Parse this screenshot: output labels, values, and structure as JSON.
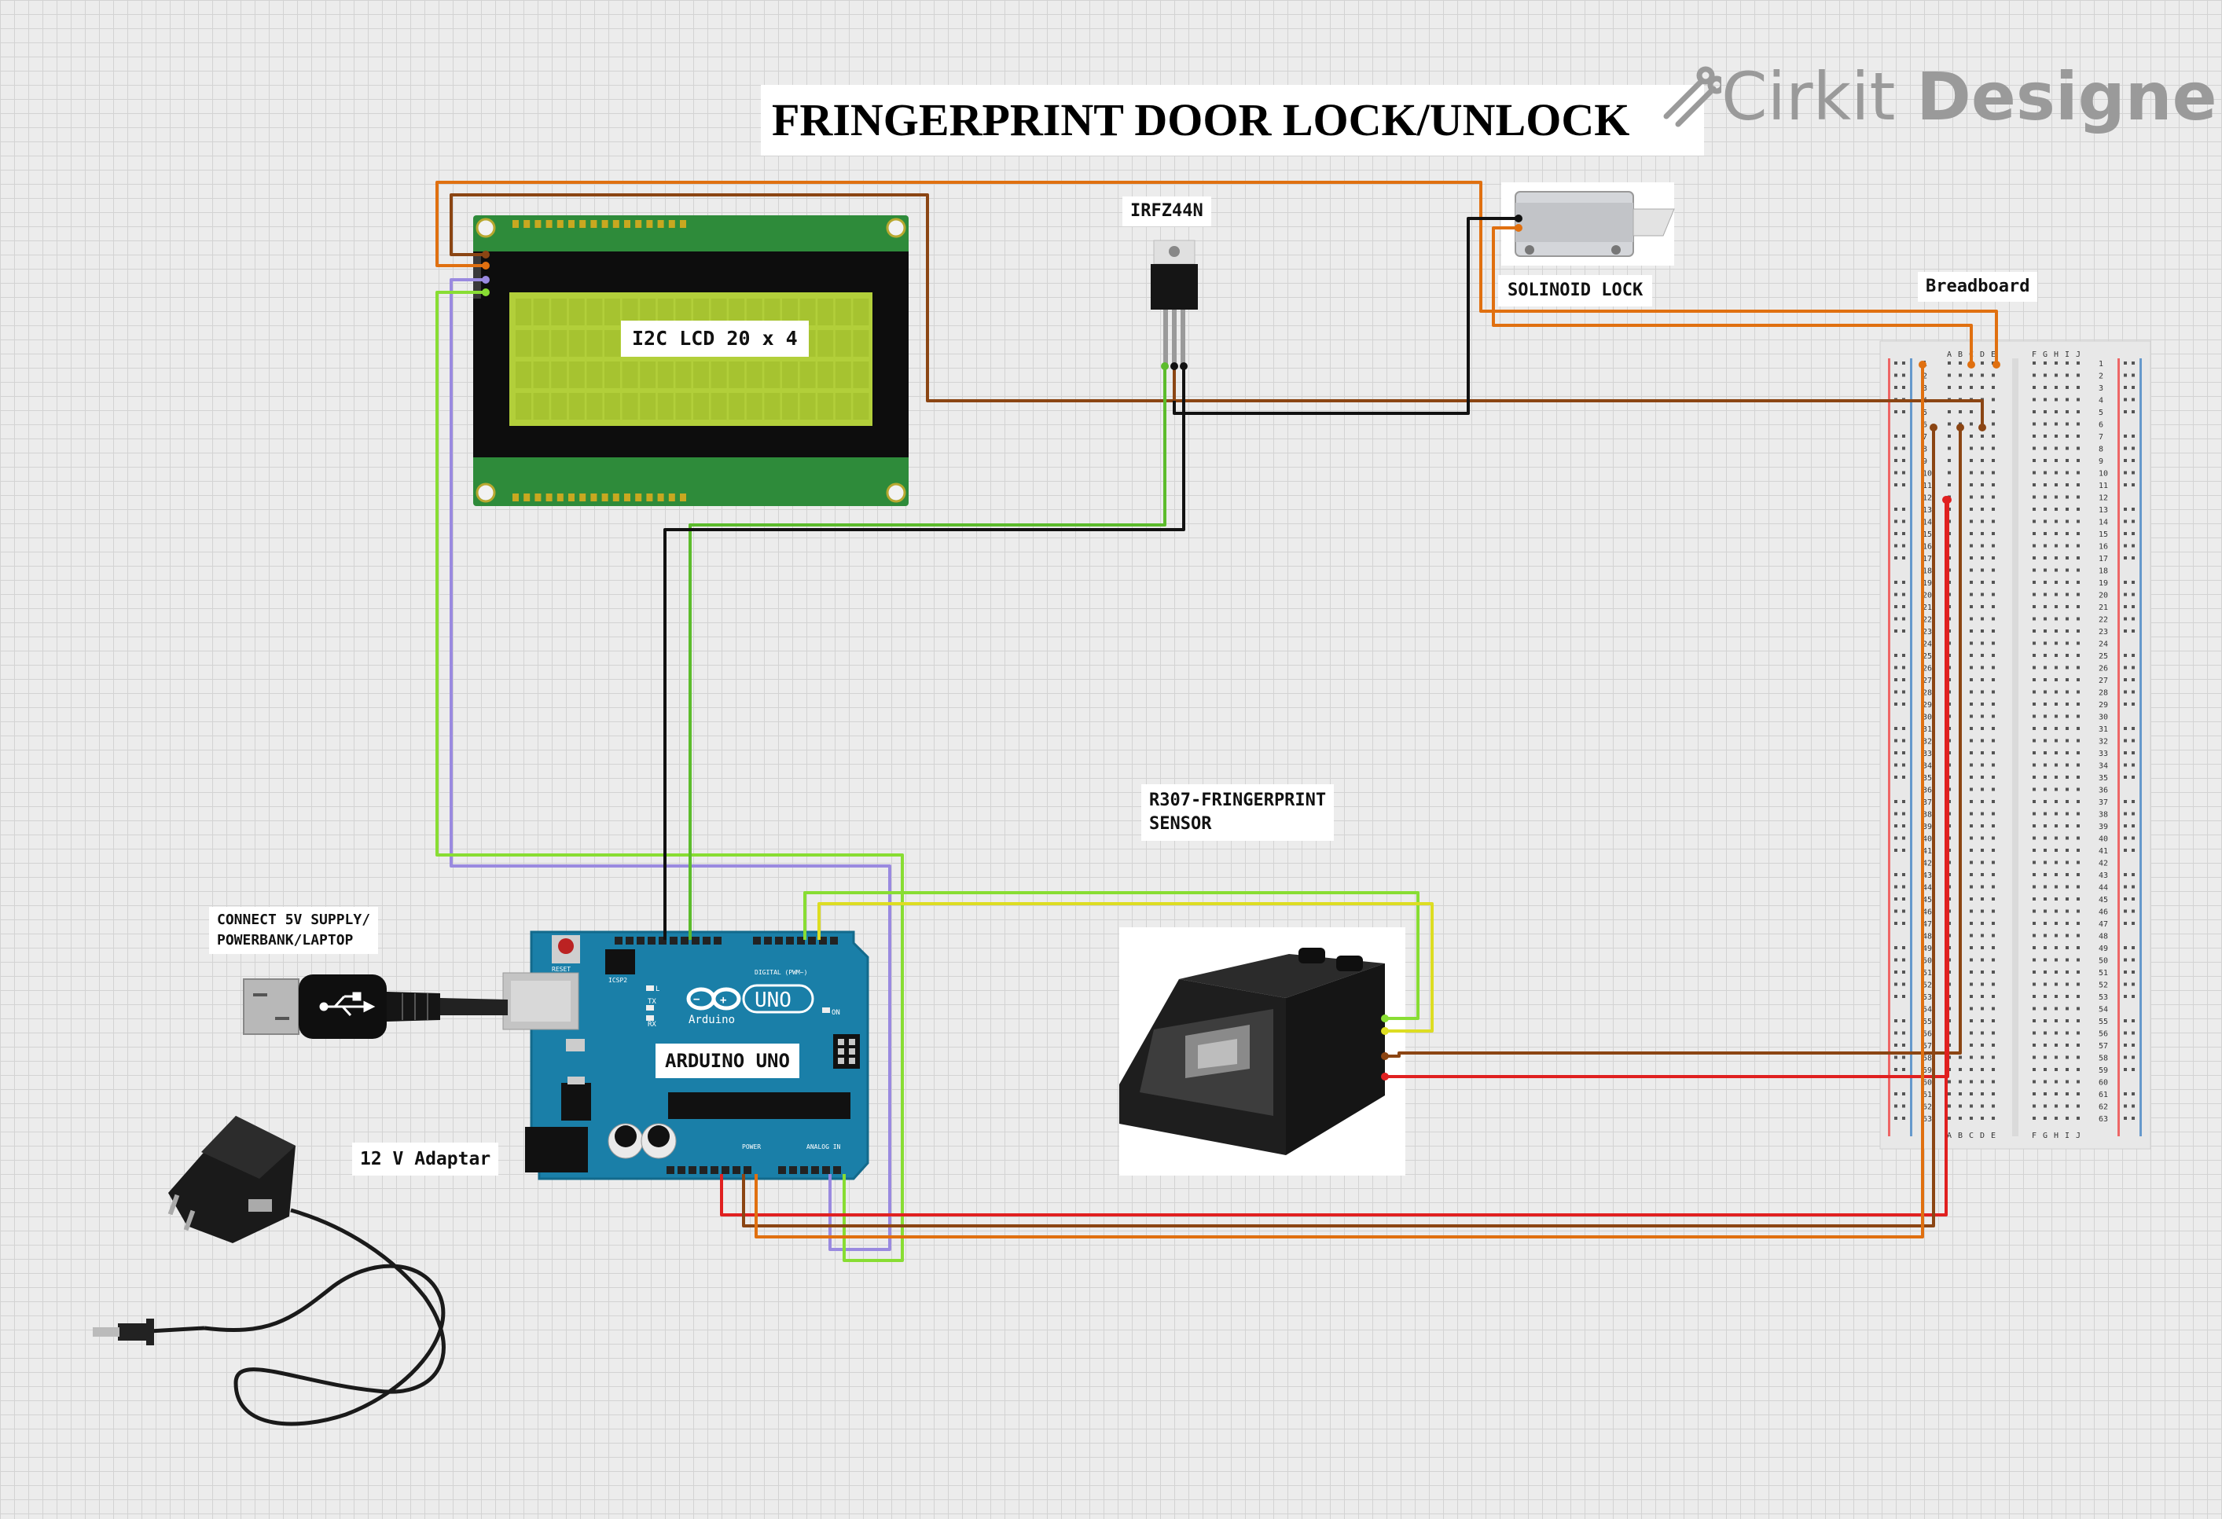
{
  "title": "FRINGERPRINT DOOR LOCK/UNLOCK",
  "brand": {
    "light": "Cirkit",
    "bold": "Designer"
  },
  "components": {
    "lcd": {
      "label": "I2C LCD 20 x 4"
    },
    "mosfet": {
      "label": "IRFZ44N"
    },
    "lock": {
      "label": "SOLINOID LOCK"
    },
    "breadboard": {
      "label": "Breadboard",
      "cols_left": [
        "A",
        "B",
        "C",
        "D",
        "E"
      ],
      "cols_right": [
        "F",
        "G",
        "H",
        "I",
        "J"
      ]
    },
    "sensor": {
      "label": "R307-FRINGERPRINT\nSENSOR"
    },
    "usb": {
      "label": "CONNECT 5V SUPPLY/\nPOWERBANK/LAPTOP"
    },
    "adapter": {
      "label": "12 V Adaptar"
    },
    "arduino": {
      "label": "ARDUINO UNO",
      "logo": "UNO",
      "brand": "Arduino",
      "reset": "RESET",
      "icsp": "ICSP2",
      "digital": "DIGITAL (PWM~)",
      "power": "POWER",
      "analog": "ANALOG IN",
      "on": "ON",
      "leds": [
        "L",
        "TX",
        "RX"
      ]
    }
  },
  "colors": {
    "orange": "#e07010",
    "brown": "#8b4513",
    "black": "#111111",
    "green": "#5cbc2c",
    "lime": "#88dd33",
    "yellow": "#dddd22",
    "purple": "#9a8ae0",
    "red": "#e02020",
    "arduino_blue": "#1a7fa8",
    "lcd_pcb": "#2e8b3a",
    "lcd_screen": "#b2cf3a"
  }
}
